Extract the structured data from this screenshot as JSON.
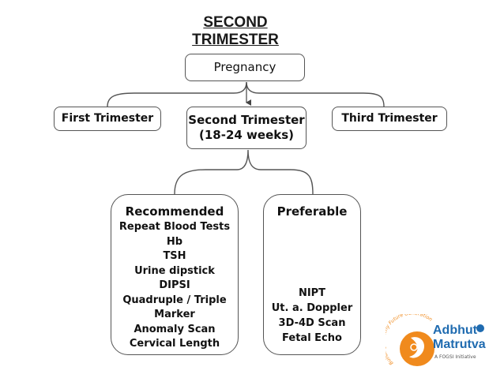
{
  "title": {
    "line1": "SECOND",
    "line2": "TRIMESTER"
  },
  "nodes": {
    "pregnancy": "Pregnancy",
    "first": "First Trimester",
    "second_line1": "Second Trimester",
    "second_line2": "(18-24 weeks)",
    "third": "Third Trimester"
  },
  "recommended": {
    "heading": "Recommended",
    "items": [
      "Repeat Blood Tests",
      "Hb",
      "TSH",
      "Urine dipstick",
      "DIPSI",
      "Quadruple / Triple",
      "Marker",
      "Anomaly Scan",
      "Cervical Length"
    ]
  },
  "preferable": {
    "heading": "Preferable",
    "items": [
      "NIPT",
      "Ut. a. Doppler",
      "3D-4D Scan",
      "Fetal Echo"
    ]
  },
  "logo": {
    "name_line1": "Adbhut",
    "name_line2": "Matrutva",
    "arc_text": "Building Healthy Future Generations",
    "tagline": "A FOGSI Initiative",
    "colors": {
      "orange": "#f08a1d",
      "blue": "#1f6bb0"
    }
  },
  "colors": {
    "border": "#555555",
    "text": "#111111"
  }
}
